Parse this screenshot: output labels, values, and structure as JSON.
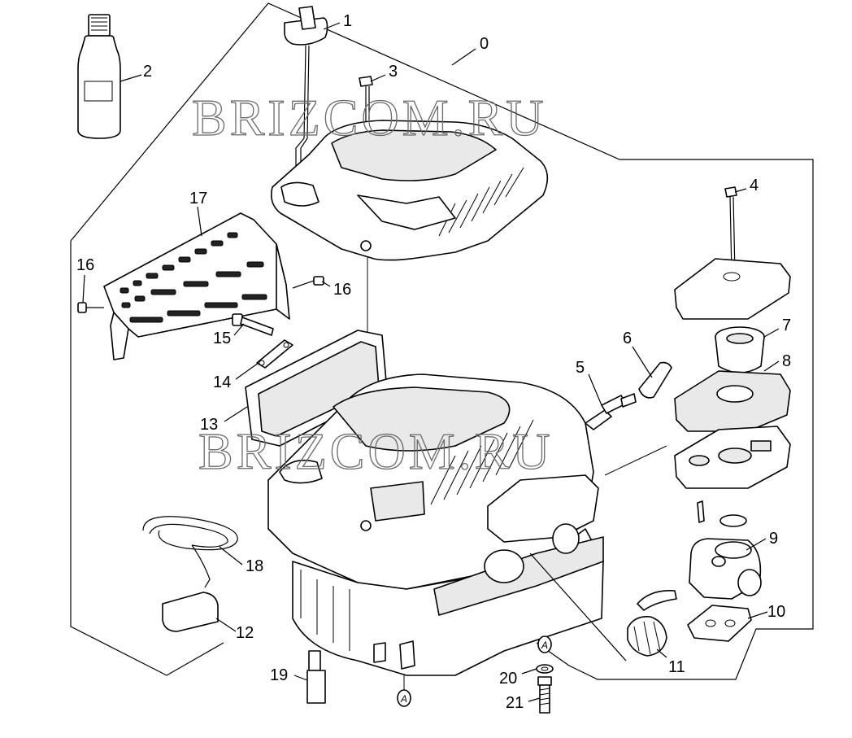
{
  "watermark": "BRIZCOM.RU",
  "callouts": {
    "c0": "0",
    "c1": "1",
    "c2": "2",
    "c3": "3",
    "c4": "4",
    "c5": "5",
    "c6": "6",
    "c7": "7",
    "c8": "8",
    "c9": "9",
    "c10": "10",
    "c11": "11",
    "c12": "12",
    "c13": "13",
    "c14": "14",
    "c15": "15",
    "c16a": "16",
    "c16b": "16",
    "c17": "17",
    "c18": "18",
    "c19": "19",
    "c20": "20",
    "c21": "21"
  },
  "markers": {
    "a1": "A",
    "a2": "A"
  }
}
